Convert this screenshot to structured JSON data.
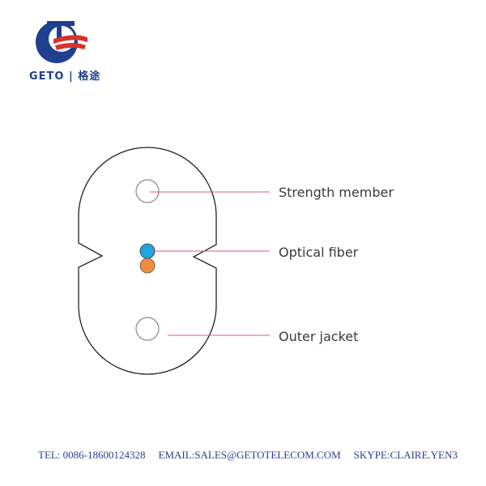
{
  "logo": {
    "brand": "GETO",
    "brand_cn": "格途"
  },
  "diagram": {
    "labels": {
      "strength_member": "Strength member",
      "optical_fiber": "Optical fiber",
      "outer_jacket": "Outer jacket"
    },
    "colors": {
      "fiber_blue": "#1ea6e0",
      "fiber_orange": "#f08c3c",
      "leader_line": "#e06070"
    }
  },
  "footer": {
    "tel": "TEL: 0086-18600124328",
    "email": "EMAIL:SALES@GETOTELECOM.COM",
    "skype": "SKYPE:CLAIRE.YEN3"
  }
}
